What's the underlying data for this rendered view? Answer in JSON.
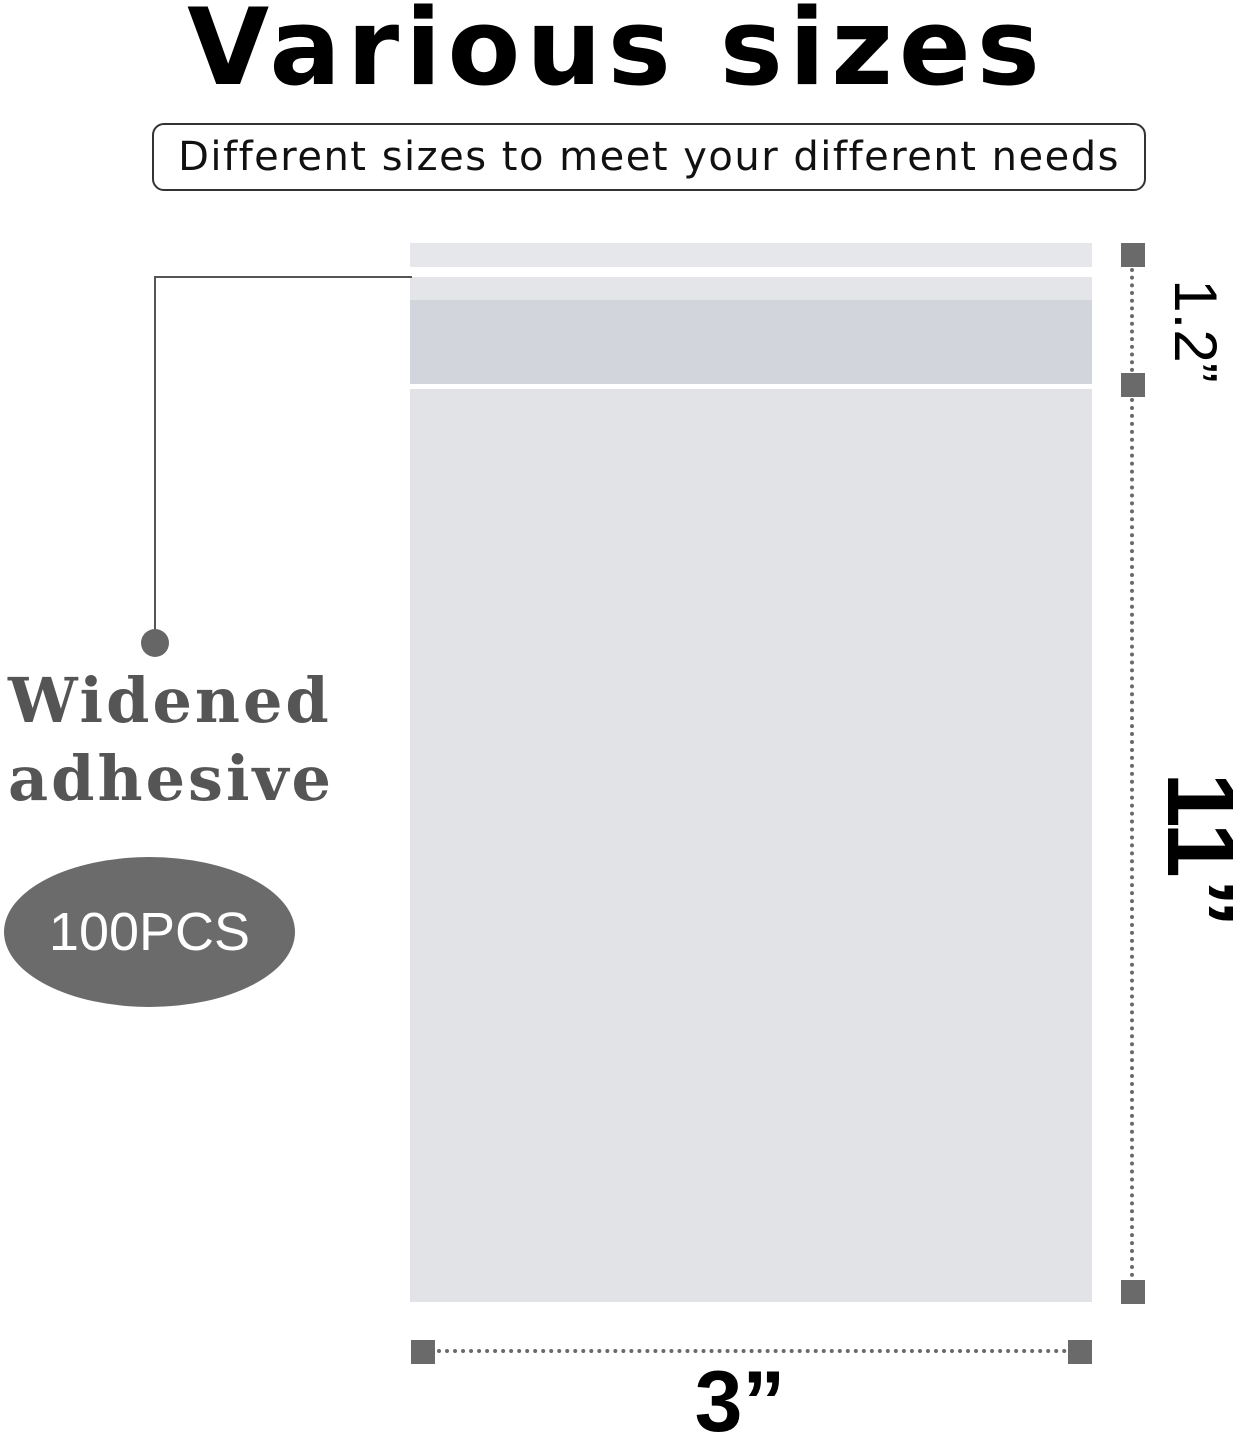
{
  "header": {
    "title": "Various sizes",
    "subtitle": "Different sizes to meet your different needs"
  },
  "callout": {
    "line1": "Widened",
    "line2": "adhesive"
  },
  "badge": {
    "label": "100PCS"
  },
  "dimensions": {
    "flap_height": "1.2”",
    "bag_height": "11”",
    "bag_width": "3”"
  },
  "colors": {
    "bag_body": "#e1e3e7",
    "adhesive_band": "#d2d5db",
    "badge_fill": "#6b6b6b",
    "callout_text": "#555555",
    "dimension_marker": "#6a6a6a"
  }
}
